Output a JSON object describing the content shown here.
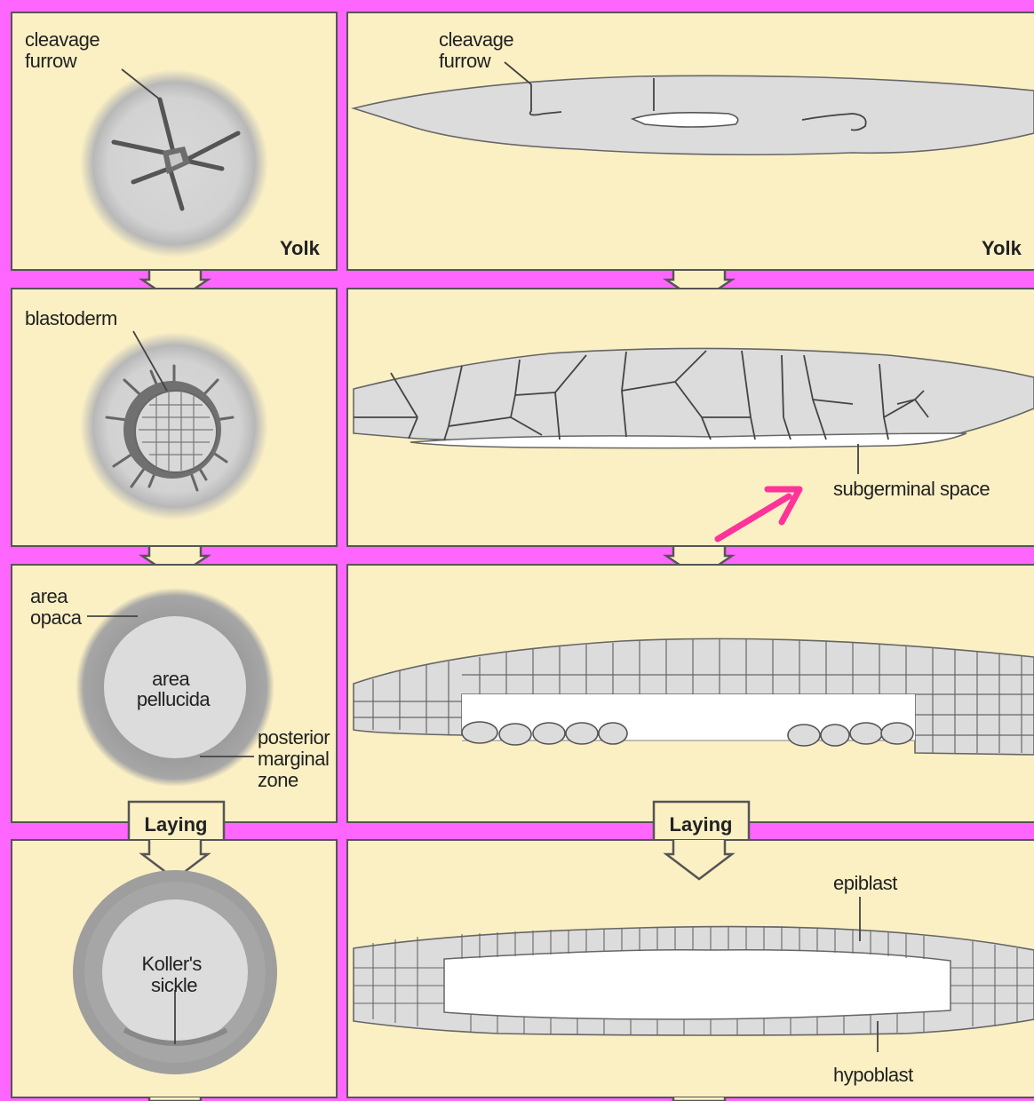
{
  "colors": {
    "background": "#ff66ff",
    "panel": "#fbf0c4",
    "embryo_light": "#dcdcdc",
    "embryo_dark": "#9a9a9a",
    "highlight_arrow": "#ff3399"
  },
  "labels": {
    "cleavage_furrow_left": [
      "cleavage",
      "furrow"
    ],
    "cleavage_furrow_right": [
      "cleavage",
      "furrow"
    ],
    "yolk_left": "Yolk",
    "yolk_right": "Yolk",
    "blastoderm": "blastoderm",
    "subgerminal_space": "subgerminal space",
    "area_opaca": [
      "area",
      "opaca"
    ],
    "area_pellucida": [
      "area",
      "pellucida"
    ],
    "posterior_marginal_zone": [
      "posterior",
      "marginal",
      "zone"
    ],
    "laying_left": "Laying",
    "laying_right": "Laying",
    "kollers_sickle": [
      "Koller's",
      "sickle"
    ],
    "epiblast": "epiblast",
    "hypoblast": "hypoblast"
  }
}
